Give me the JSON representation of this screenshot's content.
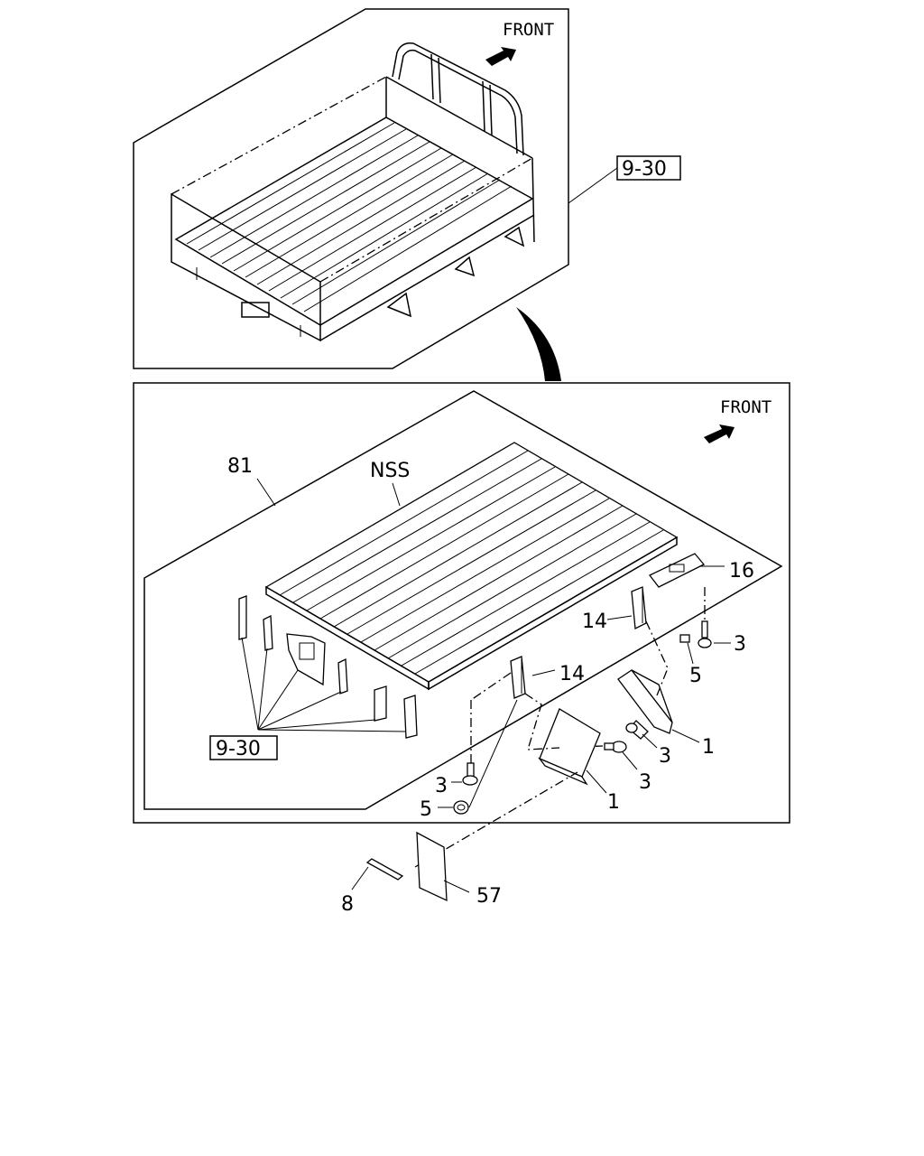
{
  "top_panel": {
    "front_label": "FRONT",
    "ref_label": "9-30"
  },
  "bottom_panel": {
    "front_label": "FRONT",
    "labels": {
      "floor_assy": "81",
      "floor_side": "NSS",
      "bracket_top": "16",
      "plate_right": "14",
      "plate_left": "14",
      "bolt_right": "3",
      "nut_right": "5",
      "stay_right": "1",
      "bolt_mid_a": "3",
      "bolt_mid_b": "3",
      "bolt_left": "3",
      "nut_left": "5",
      "stay_left": "1",
      "ref": "9-30"
    }
  },
  "loose_parts": {
    "strip": "8",
    "mudflap": "57"
  }
}
